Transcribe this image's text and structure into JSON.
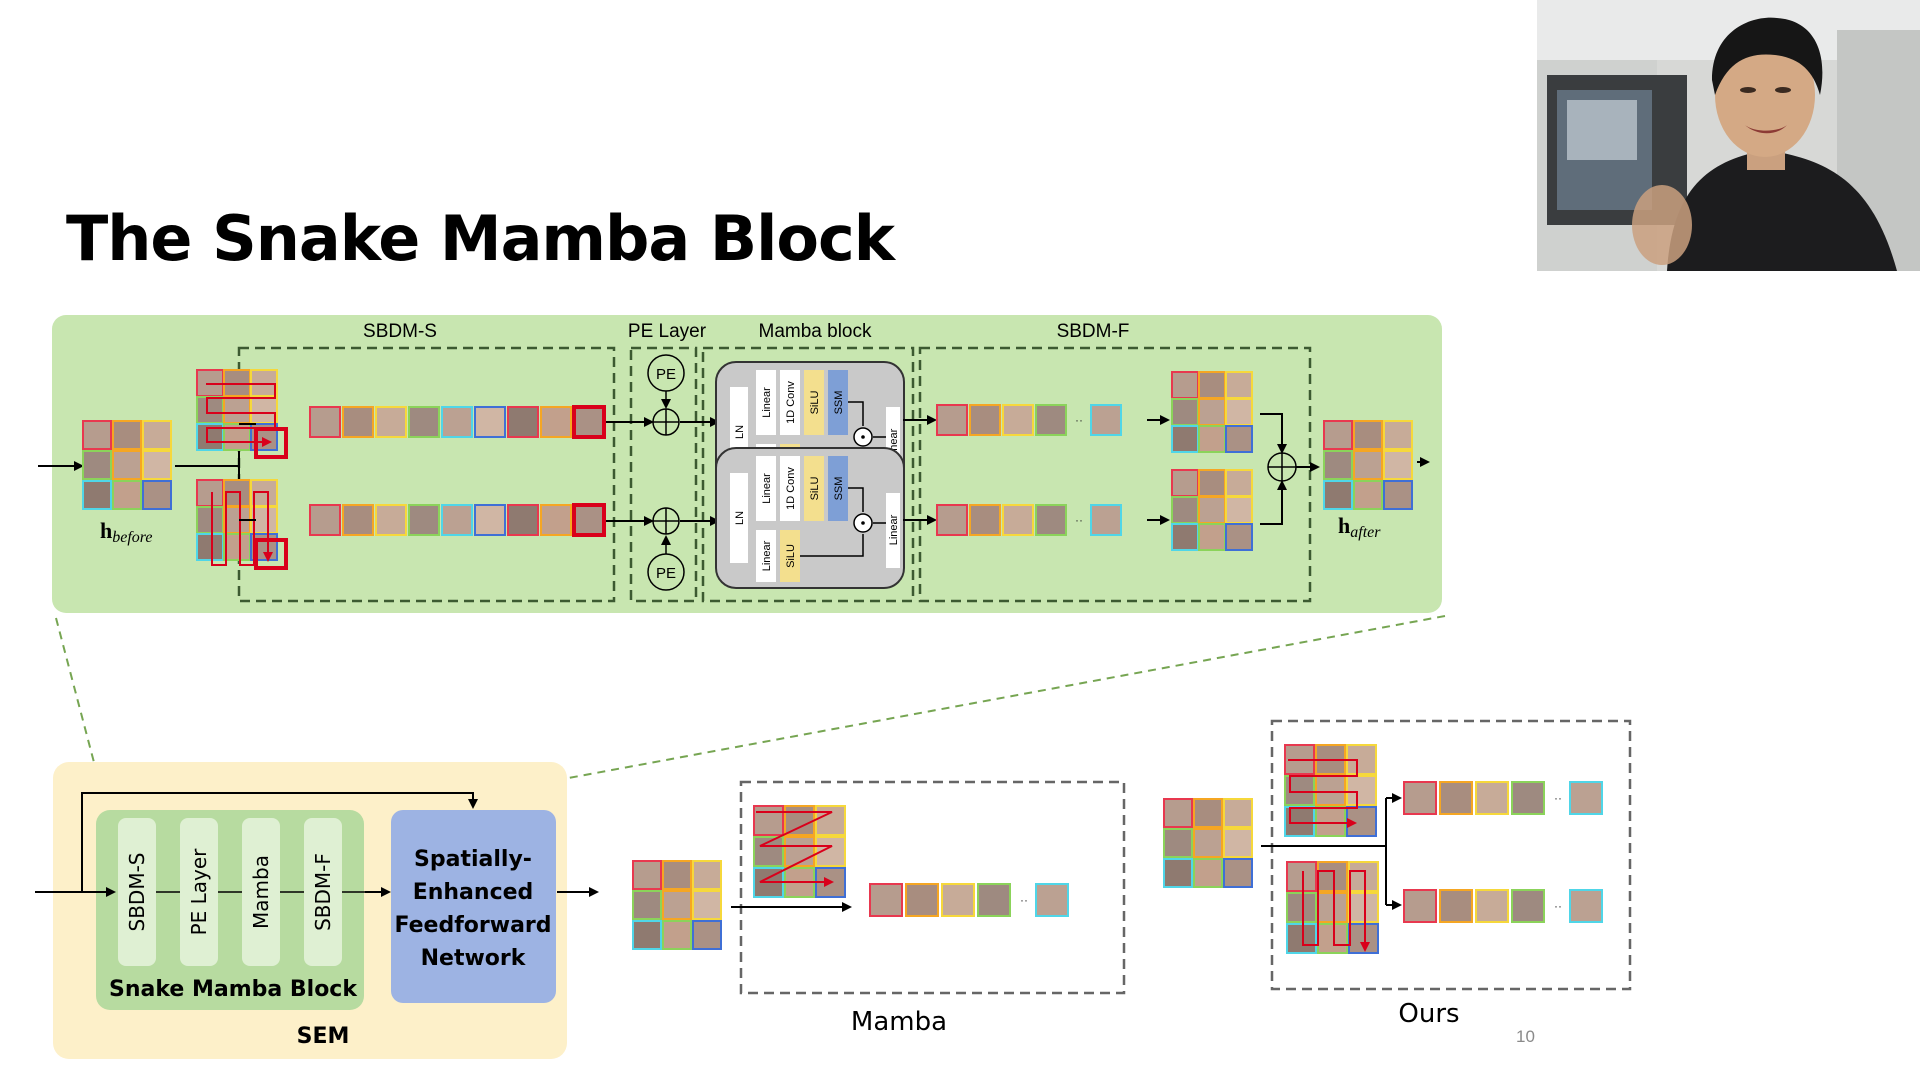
{
  "slide": {
    "title": "The Snake Mamba Block",
    "page_number": "10"
  },
  "top_diagram": {
    "sbdm_s": "SBDM-S",
    "pe_layer": "PE Layer",
    "mamba_block": "Mamba block",
    "sbdm_f": "SBDM-F",
    "pe": "PE",
    "h_before_main": "h",
    "h_before_sub": "before",
    "h_after_main": "h",
    "h_after_sub": "after",
    "mamba_ops": {
      "ln": "LN",
      "linear": "Linear",
      "conv": "1D Conv",
      "silu": "SiLU",
      "ssm": "SSM"
    }
  },
  "sem": {
    "label": "SEM",
    "block_label": "Snake Mamba Block",
    "stages": [
      "SBDM-S",
      "PE Layer",
      "Mamba",
      "SBDM-F"
    ],
    "ffn_lines": [
      "Spatially-",
      "Enhanced",
      "Feedforward",
      "Network"
    ]
  },
  "comparison": {
    "mamba_label": "Mamba",
    "ours_label": "Ours",
    "ellipsis": "··"
  },
  "colors": {
    "green_panel": "#c8e6b0",
    "yellow_panel": "#fdf0c9",
    "sem_inner": "#b7dba0",
    "ffn": "#9db3e3",
    "stage_pill": "#dff0d3",
    "path_red": "#d9001b",
    "dash": "#3c5a31",
    "silu": "#f3df8e",
    "ssm": "#7e9fd6",
    "patch_colors": [
      "#e8384f",
      "#f5a623",
      "#f6d83b",
      "#8bd35a",
      "#4fd6e8",
      "#3f6fd6"
    ]
  },
  "webcam": {
    "description_icon": "presenter-video-icon"
  }
}
